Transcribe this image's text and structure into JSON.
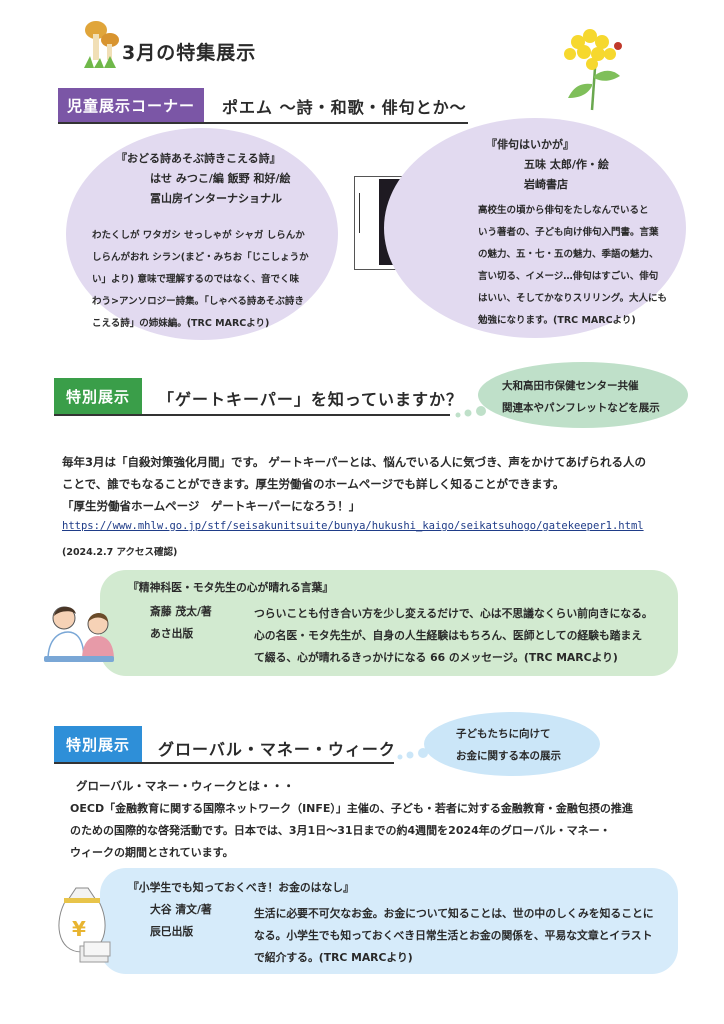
{
  "page_title": "3月の特集展示",
  "colors": {
    "purple": "#7b56a6",
    "green": "#3a9e49",
    "blue": "#2e8fd8",
    "lavender": "#e2daf0",
    "mint": "#d2ead0",
    "sky": "#d6ebfa"
  },
  "section1": {
    "label": "児童展示コーナー",
    "heading": "ポエム ～詩・和歌・俳句とか～",
    "book1": {
      "title": "『おどる詩あそぶ詩きこえる詩』",
      "authors": "はせ みつこ/編 飯野 和好/絵",
      "publisher": "冨山房インターナショナル",
      "desc1": "わたくしが ワタガシ せっしゃが シャガ しらんか",
      "desc2": "しらんがおれ シラン(まど・みちお「じこしょうか",
      "desc3": "い」より) 意味で理解するのではなく、音でく味",
      "desc4": "わう>アンソロジー詩集。「しゃべる詩あそぶ詩き",
      "desc5": "こえる詩」の姉妹編。(TRC MARCより)"
    },
    "book2": {
      "title": "『俳句はいかが』",
      "author": "五味 太郎/作・絵",
      "publisher": "岩崎書店",
      "desc1": "高校生の頃から俳句をたしなんでいると",
      "desc2": "いう著者の、子ども向け俳句入門書。言葉",
      "desc3": "の魅力、五・七・五の魅力、季語の魅力、",
      "desc4": "言い切る、イメージ…俳句はすごい、俳句",
      "desc5": "はいい、そしてかなりスリリング。大人にも",
      "desc6": "勉強になります。(TRC MARCより)"
    }
  },
  "section2": {
    "label": "特別展示",
    "heading": "「ゲートキーパー」を知っていますか？",
    "bubble1": "大和高田市保健センター共催",
    "bubble2": "関連本やパンフレットなどを展示",
    "p1": "毎年3月は「自殺対策強化月間」です。 ゲートキーパーとは、悩んでいる人に気づき、声をかけてあげられる人の",
    "p2": "ことで、誰でもなることができます。厚生労働省のホームページでも詳しく知ることができます。",
    "p3": "「厚生労働省ホームページ　ゲートキーパーになろう！」",
    "url": "https://www.mhlw.go.jp/stf/seisakunitsuite/bunya/hukushi_kaigo/seikatsuhogo/gatekeeper1.html",
    "access": "(2024.2.7 アクセス確認)",
    "book": {
      "title": "『精神科医・モタ先生の心が晴れる言葉』",
      "author": "斎藤 茂太/著",
      "publisher": "あさ出版",
      "desc1": "つらいことも付き合い方を少し変えるだけで、心は不思議なくらい前向きになる。",
      "desc2": "心の名医・モタ先生が、自身の人生経験はもちろん、医師としての経験も踏まえ",
      "desc3": "て綴る、心が晴れるきっかけになる 66 のメッセージ。(TRC MARCより)"
    }
  },
  "section3": {
    "label": "特別展示",
    "heading": "グローバル・マネー・ウィーク",
    "bubble1": "子どもたちに向けて",
    "bubble2": "お金に関する本の展示",
    "p0": "グローバル・マネー・ウィークとは・・・",
    "p1": "OECD「金融教育に関する国際ネットワーク（INFE）」主催の、子ども・若者に対する金融教育・金融包摂の推進",
    "p2": "のための国際的な啓発活動です。日本では、3月1日～31日までの約4週間を2024年のグローバル・マネー・",
    "p3": "ウィークの期間とされています。",
    "book": {
      "title": "『小学生でも知っておくべき！お金のはなし』",
      "author": "大谷 清文/著",
      "publisher": "辰巳出版",
      "desc1": "生活に必要不可欠なお金。お金について知ることは、世の中のしくみを知ることに",
      "desc2": "なる。小学生でも知っておくべき日常生活とお金の関係を、平易な文章とイラスト",
      "desc3": "で紹介する。(TRC MARCより)"
    }
  },
  "icons": [
    "mushroom-icon",
    "rapeseed-flower-icon",
    "book-cover-image",
    "doctor-patient-icon",
    "money-bag-icon"
  ]
}
